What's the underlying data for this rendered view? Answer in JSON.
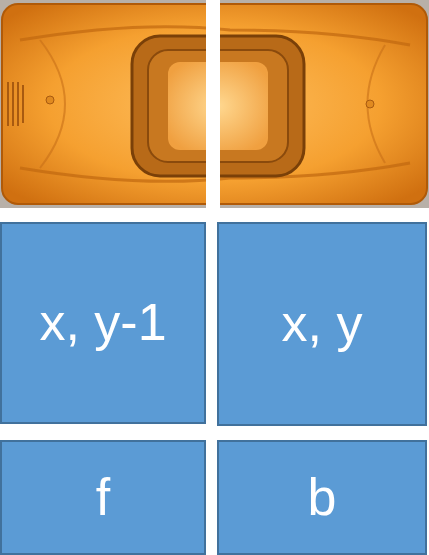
{
  "diagram": {
    "nodes": [
      {
        "text": [
          "x, y-1"
        ]
      },
      {
        "text": [
          "x, y"
        ]
      },
      {
        "text": [
          "f"
        ]
      },
      {
        "text": [
          "b"
        ]
      }
    ]
  }
}
